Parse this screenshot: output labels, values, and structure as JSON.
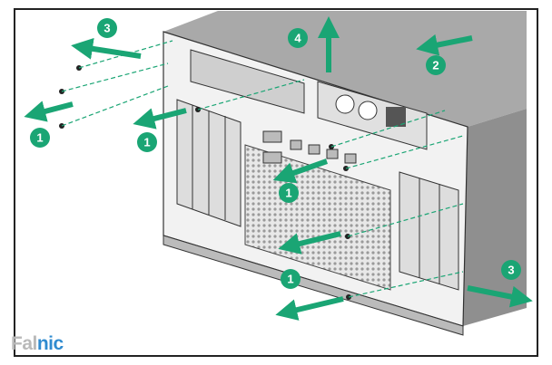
{
  "diagram": {
    "callouts": [
      "1",
      "1",
      "1",
      "1",
      "2",
      "3",
      "3",
      "4"
    ],
    "colors": {
      "accent": "#1aa574",
      "chassis": "#a9a9a9",
      "chassis_dark": "#8c8c8c",
      "frame": "#222222"
    }
  },
  "watermark": {
    "brand_part1": "Fal",
    "brand_part2": "nic"
  }
}
